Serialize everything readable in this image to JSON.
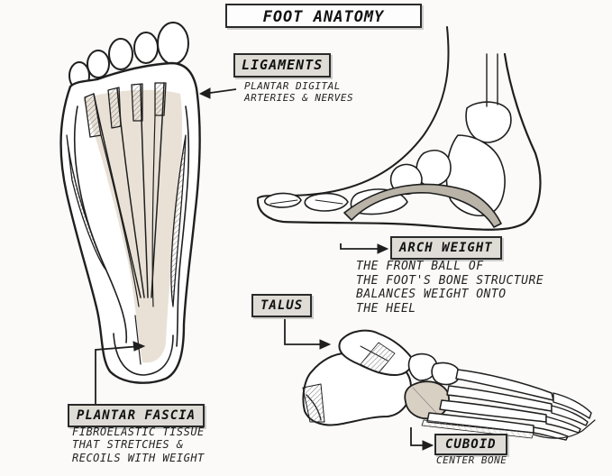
{
  "title": "FOOT ANATOMY",
  "labels": {
    "ligaments": {
      "heading": "LIGAMENTS",
      "lines": [
        "PLANTAR DIGITAL",
        "ARTERIES & NERVES"
      ]
    },
    "arch_weight": {
      "heading": "ARCH WEIGHT",
      "lines": [
        "THE FRONT BALL OF",
        "THE FOOT'S BONE STRUCTURE",
        "BALANCES WEIGHT ONTO",
        "THE HEEL"
      ]
    },
    "talus": {
      "heading": "TALUS"
    },
    "plantar_fascia": {
      "heading": "PLANTAR FASCIA",
      "lines": [
        "FIBROELASTIC TISSUE",
        "THAT STRETCHES &",
        "RECOILS WITH WEIGHT"
      ]
    },
    "cuboid": {
      "heading": "CUBOID",
      "lines": [
        "CENTER BONE"
      ]
    }
  },
  "colors": {
    "ink": "#1f1f1f",
    "paper": "#fbfaf8",
    "tissue": "#e9e1d6",
    "shade": "#9a9a9a",
    "label_fill": "#c8c3b9"
  }
}
